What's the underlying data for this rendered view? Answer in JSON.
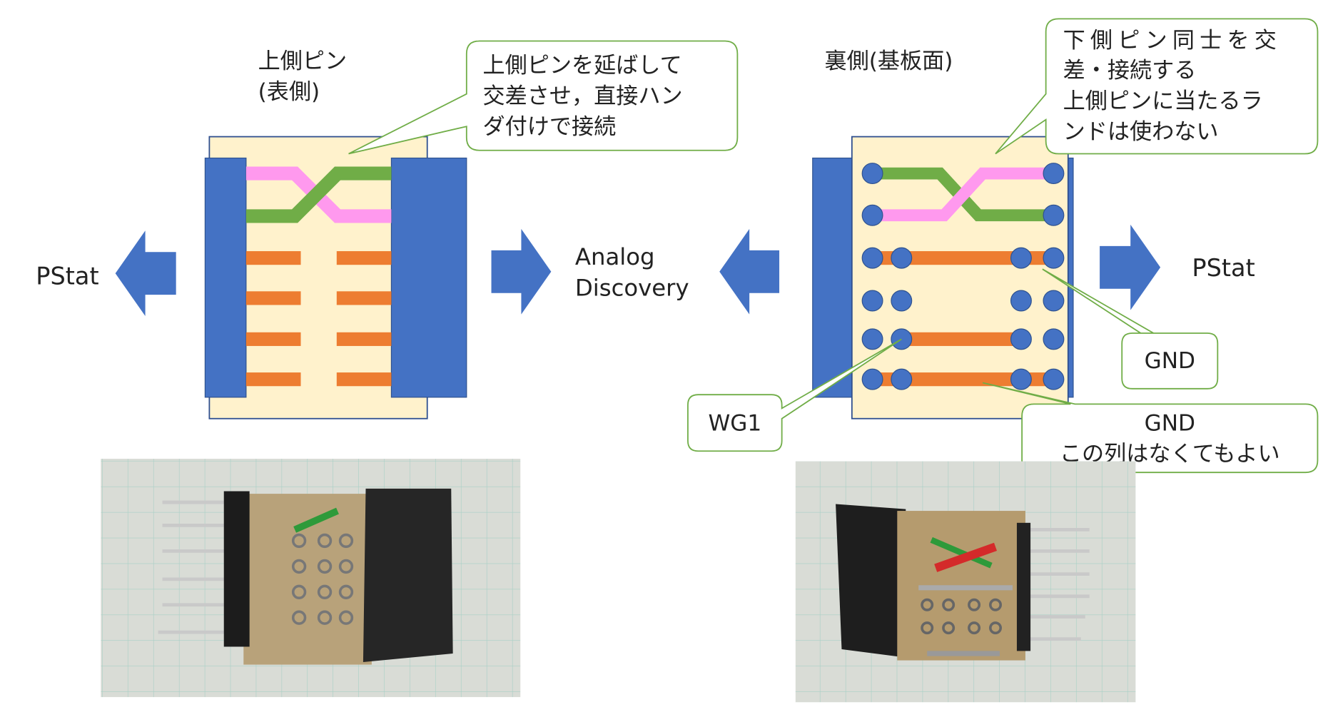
{
  "colors": {
    "connector": "#4472c4",
    "board": "#fff2cc",
    "pink": "#ff99ee",
    "green": "#70ad47",
    "orange": "#ed7d31",
    "callout_border": "#70ad47"
  },
  "left": {
    "title_line1": "上側ピン",
    "title_line2": "(表側)",
    "callout": [
      "上側ピンを延ばして",
      "交差させ，直接ハン",
      "ダ付けで接続"
    ],
    "pstat_label": "PStat",
    "analog_line1": "Analog",
    "analog_line2": "Discovery"
  },
  "right": {
    "title": "裏側(基板面)",
    "callout": [
      "下側ピン同士を交",
      "差・接続する",
      "上側ピンに当たるラ",
      "ンドは使わない"
    ],
    "pstat_label": "PStat",
    "gnd_label": "GND",
    "gnd2_line1": "GND",
    "gnd2_line2": "この列はなくてもよい",
    "wg1_label": "WG1"
  }
}
